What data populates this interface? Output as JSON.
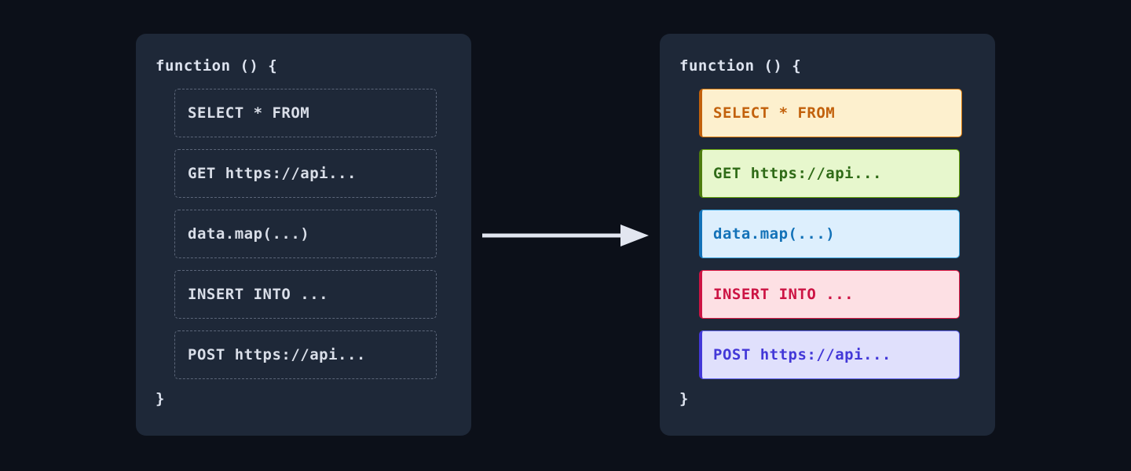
{
  "theme": {
    "page_background": "#0c1019",
    "panel_background": "#1e2838",
    "code_text": "#dde3ef",
    "plain_row_text": "#d9dee8",
    "plain_row_border": "#5c6679",
    "arrow_color": "#e2e6f0"
  },
  "before_panel": {
    "name": "unclassified-code-panel",
    "open_line": "function () {",
    "close_line": "}",
    "rows": [
      {
        "text": "SELECT * FROM",
        "name": "row-select"
      },
      {
        "text": "GET https://api...",
        "name": "row-get"
      },
      {
        "text": "data.map(...)",
        "name": "row-datamap"
      },
      {
        "text": "INSERT INTO ...",
        "name": "row-insert"
      },
      {
        "text": "POST https://api...",
        "name": "row-post"
      }
    ]
  },
  "after_panel": {
    "name": "classified-code-panel",
    "open_line": "function () {",
    "close_line": "}",
    "rows": [
      {
        "text": "SELECT * FROM",
        "name": "row-select",
        "background": "#fdf0ce",
        "text_color": "#c2610c",
        "border_color": "#d97706",
        "accent_color": "#c2610c"
      },
      {
        "text": "GET https://api...",
        "name": "row-get",
        "background": "#e7f7cd",
        "text_color": "#2f6b17",
        "border_color": "#65a30d",
        "accent_color": "#4d7c0f"
      },
      {
        "text": "data.map(...)",
        "name": "row-datamap",
        "background": "#ddeffd",
        "text_color": "#1372b8",
        "border_color": "#38a3dd",
        "accent_color": "#1372b8"
      },
      {
        "text": "INSERT INTO ...",
        "name": "row-insert",
        "background": "#fde0e4",
        "text_color": "#cc1444",
        "border_color": "#e11d48",
        "accent_color": "#cc1444"
      },
      {
        "text": "POST https://api...",
        "name": "row-post",
        "background": "#e0e0fc",
        "text_color": "#4338d8",
        "border_color": "#6366f1",
        "accent_color": "#4338d8"
      }
    ]
  },
  "arrow": {
    "name": "transform-arrow",
    "direction": "right"
  }
}
